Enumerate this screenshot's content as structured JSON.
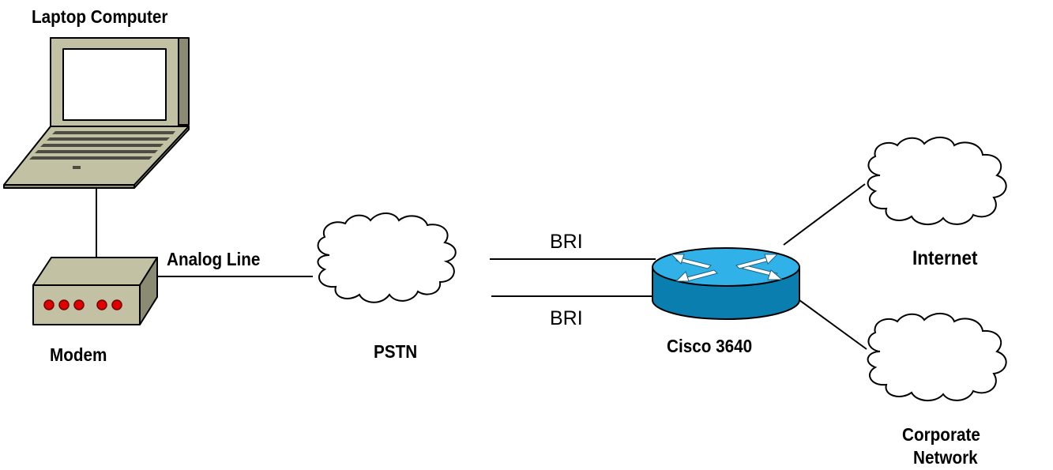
{
  "diagram": {
    "nodes": {
      "laptop": {
        "label": "Laptop Computer",
        "icon": "laptop-icon"
      },
      "modem": {
        "label": "Modem",
        "icon": "modem-icon"
      },
      "pstn": {
        "label": "PSTN",
        "icon": "cloud-icon"
      },
      "router": {
        "label": "Cisco 3640",
        "icon": "router-icon"
      },
      "internet": {
        "label": "Internet",
        "icon": "cloud-icon"
      },
      "corporate": {
        "label_line1": "Corporate",
        "label_line2": "Network",
        "icon": "cloud-icon"
      }
    },
    "links": {
      "modem_pstn": {
        "label": "Analog Line"
      },
      "bri_1": {
        "label": "BRI"
      },
      "bri_2": {
        "label": "BRI"
      }
    },
    "colors": {
      "device_body": "#c2c1a4",
      "device_dark": "#8b8a73",
      "modem_led": "#e00000",
      "router_top": "#30b2e8",
      "router_side": "#0b7eb0",
      "line": "#000000"
    }
  }
}
